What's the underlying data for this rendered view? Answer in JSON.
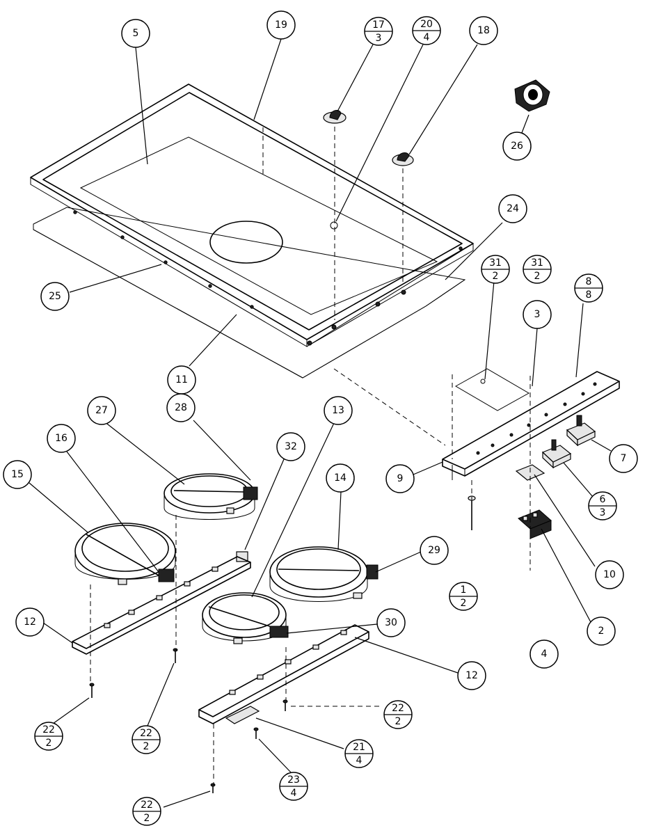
{
  "callouts": [
    {
      "id": "c5",
      "top": "5"
    },
    {
      "id": "c19",
      "top": "19"
    },
    {
      "id": "c17",
      "top": "17",
      "bottom": "3"
    },
    {
      "id": "c20",
      "top": "20",
      "bottom": "4"
    },
    {
      "id": "c18",
      "top": "18"
    },
    {
      "id": "c26",
      "top": "26"
    },
    {
      "id": "c24",
      "top": "24"
    },
    {
      "id": "c25",
      "top": "25"
    },
    {
      "id": "c11",
      "top": "11"
    },
    {
      "id": "c31a",
      "top": "31",
      "bottom": "2"
    },
    {
      "id": "c31b",
      "top": "31",
      "bottom": "2"
    },
    {
      "id": "c3",
      "top": "3"
    },
    {
      "id": "c8",
      "top": "8",
      "bottom": "8"
    },
    {
      "id": "c7",
      "top": "7"
    },
    {
      "id": "c9",
      "top": "9"
    },
    {
      "id": "c6",
      "top": "6",
      "bottom": "3"
    },
    {
      "id": "c10",
      "top": "10"
    },
    {
      "id": "c1",
      "top": "1",
      "bottom": "2"
    },
    {
      "id": "c2",
      "top": "2"
    },
    {
      "id": "c4",
      "top": "4"
    },
    {
      "id": "c28",
      "top": "28"
    },
    {
      "id": "c27",
      "top": "27"
    },
    {
      "id": "c16",
      "top": "16"
    },
    {
      "id": "c15",
      "top": "15"
    },
    {
      "id": "c32",
      "top": "32"
    },
    {
      "id": "c13",
      "top": "13"
    },
    {
      "id": "c14",
      "top": "14"
    },
    {
      "id": "c29",
      "top": "29"
    },
    {
      "id": "c12a",
      "top": "12"
    },
    {
      "id": "c30",
      "top": "30"
    },
    {
      "id": "c12b",
      "top": "12"
    },
    {
      "id": "c22a",
      "top": "22",
      "bottom": "2"
    },
    {
      "id": "c22b",
      "top": "22",
      "bottom": "2"
    },
    {
      "id": "c22c",
      "top": "22",
      "bottom": "2"
    },
    {
      "id": "c21",
      "top": "21",
      "bottom": "4"
    },
    {
      "id": "c23",
      "top": "23",
      "bottom": "4"
    },
    {
      "id": "c22d",
      "top": "22",
      "bottom": "2"
    }
  ]
}
